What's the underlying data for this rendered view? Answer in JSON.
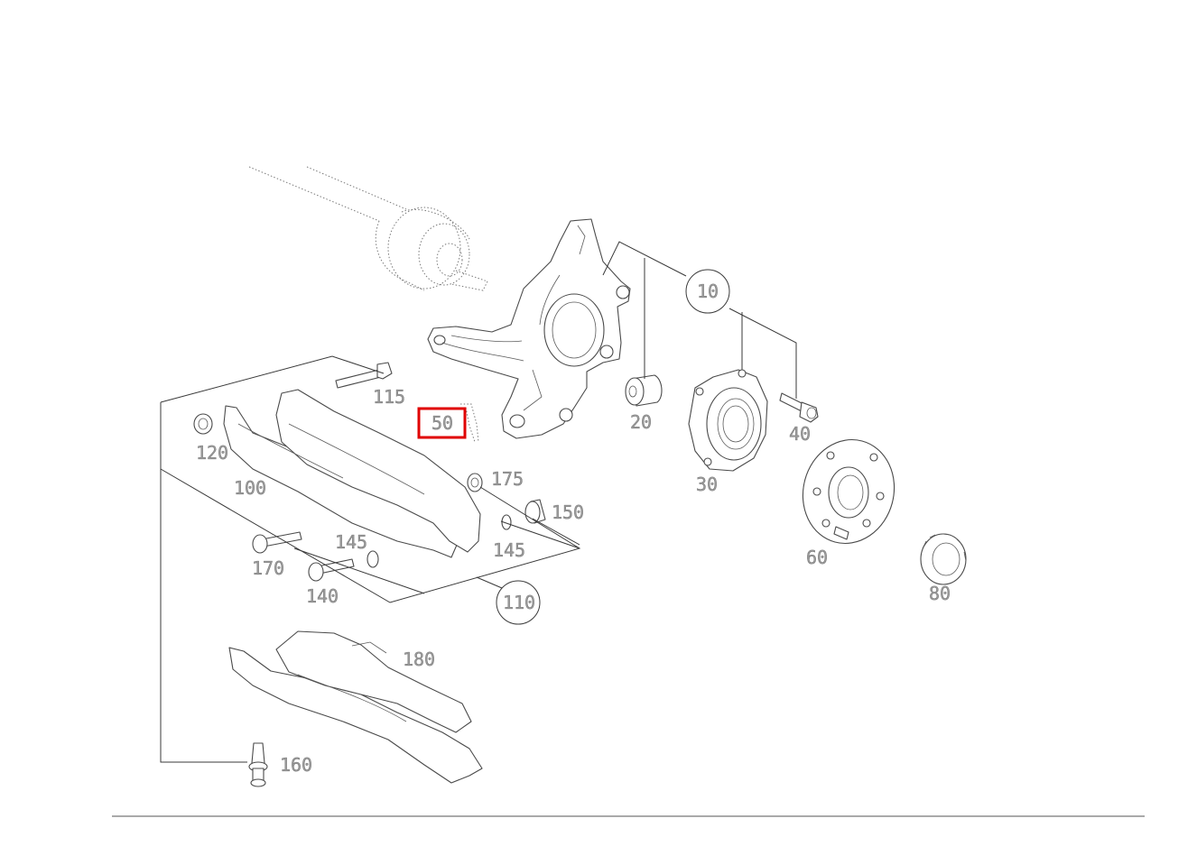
{
  "diagram": {
    "highlight_color": "#e00000",
    "highlighted_part": "50",
    "callouts": [
      {
        "id": "c10",
        "label": "10",
        "circled": true
      },
      {
        "id": "c20",
        "label": "20",
        "circled": false
      },
      {
        "id": "c30",
        "label": "30",
        "circled": false
      },
      {
        "id": "c40",
        "label": "40",
        "circled": false
      },
      {
        "id": "c50",
        "label": "50",
        "circled": false,
        "highlighted": true
      },
      {
        "id": "c60",
        "label": "60",
        "circled": false
      },
      {
        "id": "c80",
        "label": "80",
        "circled": false
      },
      {
        "id": "c100",
        "label": "100",
        "circled": false
      },
      {
        "id": "c110",
        "label": "110",
        "circled": true
      },
      {
        "id": "c115",
        "label": "115",
        "circled": false
      },
      {
        "id": "c120",
        "label": "120",
        "circled": false
      },
      {
        "id": "c140",
        "label": "140",
        "circled": false
      },
      {
        "id": "c145a",
        "label": "145",
        "circled": false
      },
      {
        "id": "c145b",
        "label": "145",
        "circled": false
      },
      {
        "id": "c150",
        "label": "150",
        "circled": false
      },
      {
        "id": "c160",
        "label": "160",
        "circled": false
      },
      {
        "id": "c170",
        "label": "170",
        "circled": false
      },
      {
        "id": "c175",
        "label": "175",
        "circled": false
      },
      {
        "id": "c180",
        "label": "180",
        "circled": false
      }
    ]
  }
}
